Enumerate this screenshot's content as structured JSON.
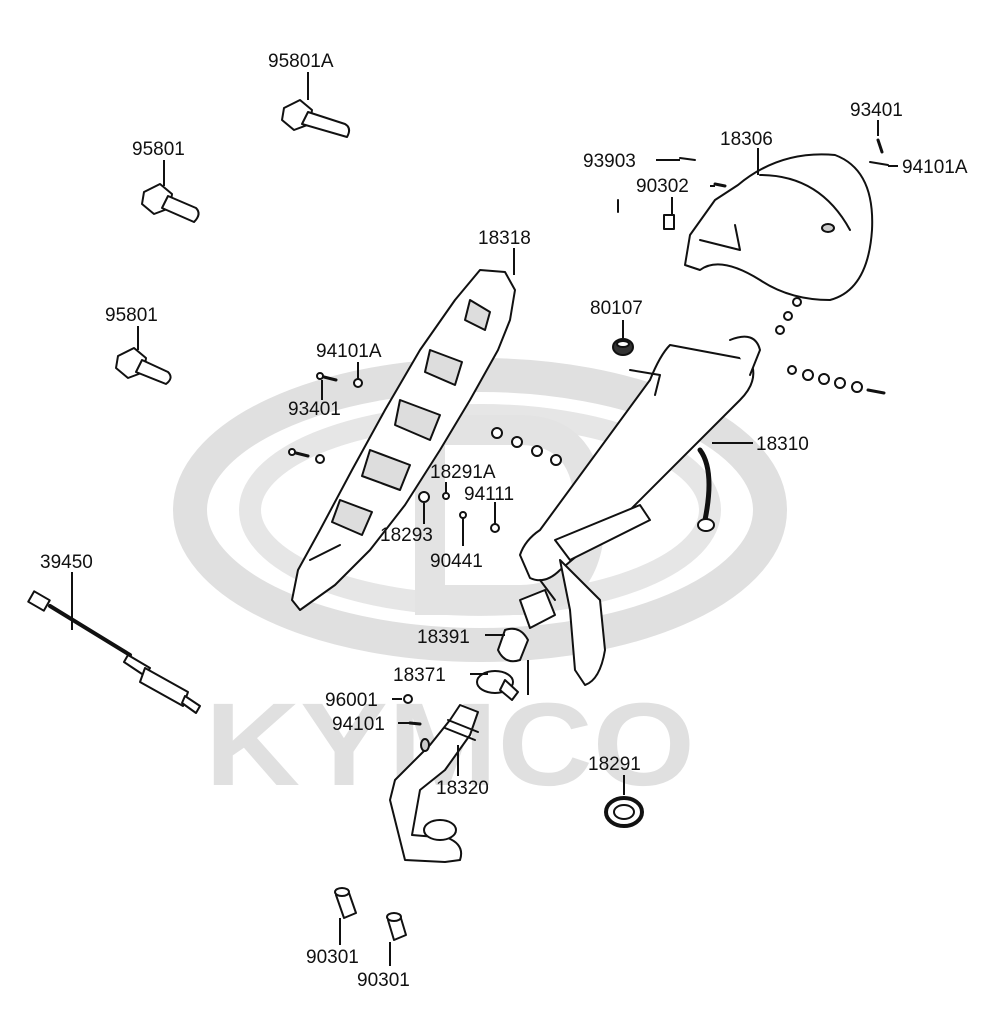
{
  "watermark": {
    "brand": "KYMCO",
    "color": "#e0e0e0"
  },
  "colors": {
    "line": "#111111",
    "part_fill": "#ffffff"
  },
  "parts": {
    "p95801A": "95801A",
    "p95801_top": "95801",
    "p95801_mid": "95801",
    "p39450": "39450",
    "p18318": "18318",
    "p94101A_left": "94101A",
    "p93401_left": "93401",
    "p18291A": "18291A",
    "p94111": "94111",
    "p18293": "18293",
    "p90441": "90441",
    "p93903": "93903",
    "p18306": "18306",
    "p93401_right": "93401",
    "p94101A_right": "94101A",
    "p90302": "90302",
    "p80107": "80107",
    "p18310": "18310",
    "p18391": "18391",
    "p18371": "18371",
    "p96001": "96001",
    "p94101": "94101",
    "p18320": "18320",
    "p18291": "18291",
    "p90301_left": "90301",
    "p90301_right": "90301"
  }
}
